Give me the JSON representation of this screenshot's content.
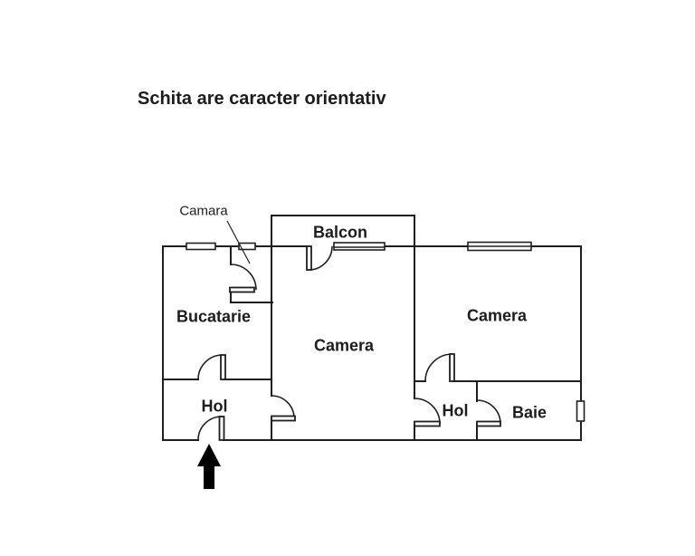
{
  "title": "Schita are caracter orientativ",
  "rooms": {
    "camara": "Camara",
    "balcon": "Balcon",
    "bucatarie": "Bucatarie",
    "camera_center": "Camera",
    "camera_right": "Camera",
    "hol_left": "Hol",
    "hol_right": "Hol",
    "baie": "Baie"
  },
  "icons": {
    "entrance_arrow": "up-arrow",
    "windows": "double-line-window",
    "doors": "quarter-arc-door-swing"
  },
  "colors": {
    "line": "#1f1f1f",
    "background": "#ffffff",
    "arrow": "#000000"
  }
}
